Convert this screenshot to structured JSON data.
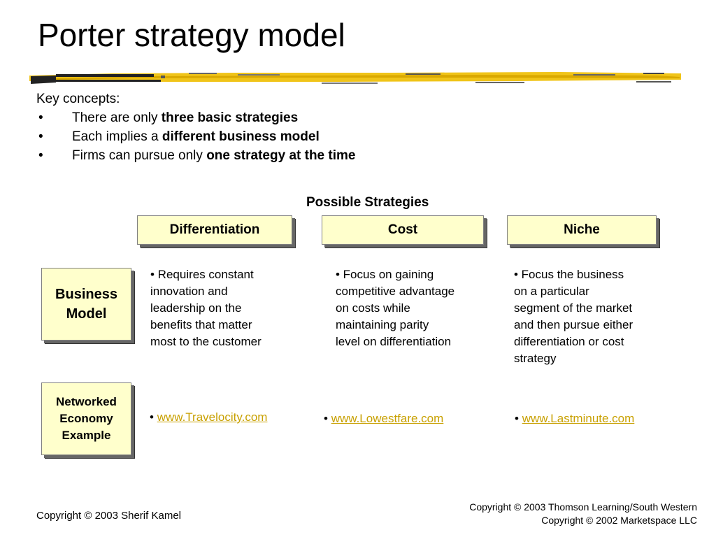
{
  "slide": {
    "title": "Porter strategy model",
    "key_concepts": {
      "heading": "Key concepts:",
      "bullets": [
        {
          "mark": "•",
          "prefix": "There are only ",
          "bold": "three basic strategies"
        },
        {
          "mark": "•",
          "prefix": "Each implies a ",
          "bold": "different business model"
        },
        {
          "mark": "•",
          "prefix": "Firms can pursue only ",
          "bold": "one strategy at the time"
        }
      ]
    },
    "possible_strategies": "Possible Strategies",
    "strategy_headers": [
      "Differentiation",
      "Cost",
      "Niche"
    ],
    "row_labels": {
      "business_model": [
        "Business",
        "Model"
      ],
      "networked_example": [
        "Networked",
        "Economy",
        "Example"
      ]
    },
    "business_model_cells": [
      [
        "• Requires constant",
        "innovation and",
        "leadership on the",
        "benefits that matter",
        "most to the customer"
      ],
      [
        "• Focus on gaining",
        "competitive advantage",
        "on costs while",
        "maintaining parity",
        "level on differentiation"
      ],
      [
        "• Focus the business",
        "on a particular",
        "segment of the market",
        "and then pursue either",
        "differentiation or cost",
        "strategy"
      ]
    ],
    "example_links": [
      {
        "bullet": "• ",
        "text": "www.Travelocity.com"
      },
      {
        "bullet": "• ",
        "text": "www.Lowestfare.com"
      },
      {
        "bullet": "• ",
        "text": "www.Lastminute.com"
      }
    ],
    "copyright_left": "Copyright © 2003 Sherif Kamel",
    "copyright_right": [
      "Copyright © 2003 Thomson Learning/South Western",
      "Copyright © 2002 Marketspace LLC"
    ],
    "colors": {
      "box_fill": "#ffffcc",
      "link": "#c8a000",
      "rule_gold": "#f0c419",
      "rule_dark": "#222222"
    }
  }
}
